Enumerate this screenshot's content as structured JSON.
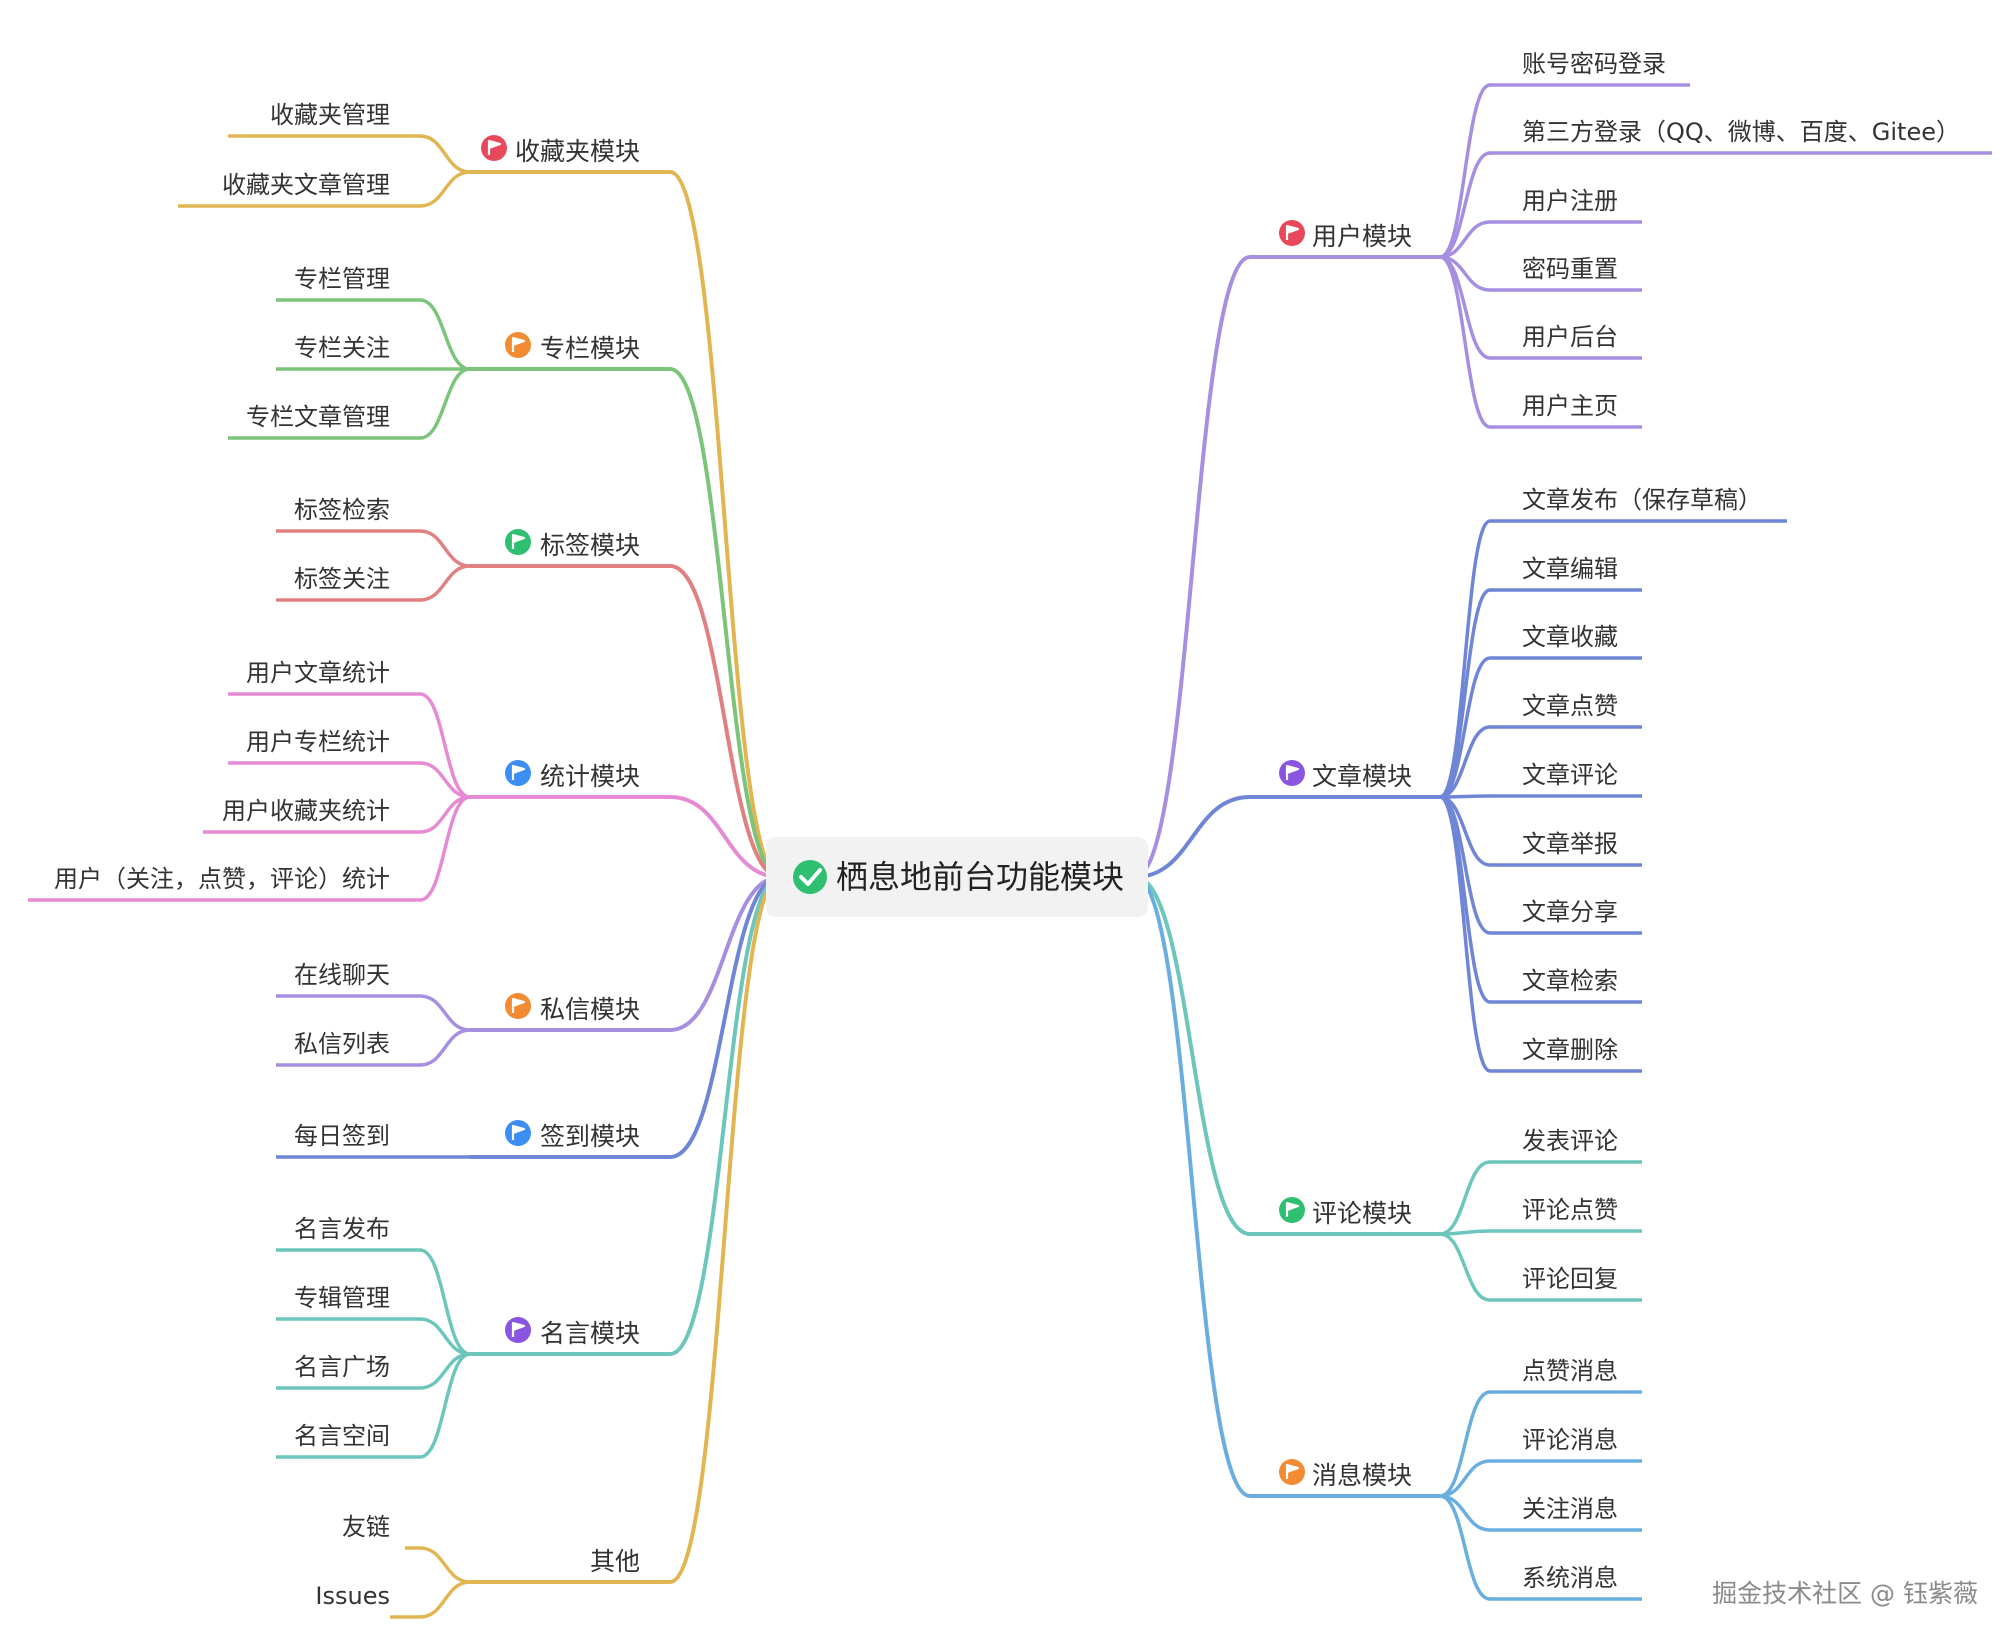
{
  "root": {
    "label": "栖息地前台功能模块",
    "icon": "check-circle-icon",
    "icon_color": "#2fbf71"
  },
  "watermark": "掘金技术社区 @ 钰紫薇",
  "left_branches": [
    {
      "id": "fav",
      "label": "收藏夹模块",
      "color": "#e0b552",
      "flag_color": "#e8495a",
      "icon": "flag-icon",
      "children": [
        "收藏夹管理",
        "收藏夹文章管理"
      ]
    },
    {
      "id": "col",
      "label": "专栏模块",
      "color": "#7cc47a",
      "flag_color": "#f28b31",
      "icon": "flag-icon",
      "children": [
        "专栏管理",
        "专栏关注",
        "专栏文章管理"
      ]
    },
    {
      "id": "tag",
      "label": "标签模块",
      "color": "#e08080",
      "flag_color": "#2fbf71",
      "icon": "flag-icon",
      "children": [
        "标签检索",
        "标签关注"
      ]
    },
    {
      "id": "stat",
      "label": "统计模块",
      "color": "#e58ad3",
      "flag_color": "#3d8ef2",
      "icon": "flag-icon",
      "children": [
        "用户文章统计",
        "用户专栏统计",
        "用户收藏夹统计",
        "用户（关注，点赞，评论）统计"
      ]
    },
    {
      "id": "msg",
      "label": "私信模块",
      "color": "#a68fe0",
      "flag_color": "#f28b31",
      "icon": "flag-icon",
      "children": [
        "在线聊天",
        "私信列表"
      ]
    },
    {
      "id": "sign",
      "label": "签到模块",
      "color": "#6f86d6",
      "flag_color": "#3d8ef2",
      "icon": "flag-icon",
      "children": [
        "每日签到"
      ]
    },
    {
      "id": "quote",
      "label": "名言模块",
      "color": "#6cc6bc",
      "flag_color": "#8a55e0",
      "icon": "flag-icon",
      "children": [
        "名言发布",
        "专辑管理",
        "名言广场",
        "名言空间"
      ]
    },
    {
      "id": "other",
      "label": "其他",
      "color": "#e0b552",
      "flag_color": "",
      "icon": "",
      "children": [
        "友链",
        "Issues"
      ]
    }
  ],
  "right_branches": [
    {
      "id": "user",
      "label": "用户模块",
      "color": "#a68fe0",
      "flag_color": "#e8495a",
      "icon": "flag-icon",
      "children": [
        "账号密码登录",
        "第三方登录（QQ、微博、百度、Gitee）",
        "用户注册",
        "密码重置",
        "用户后台",
        "用户主页"
      ]
    },
    {
      "id": "article",
      "label": "文章模块",
      "color": "#6f86d6",
      "flag_color": "#8a55e0",
      "icon": "flag-icon",
      "children": [
        "文章发布（保存草稿）",
        "文章编辑",
        "文章收藏",
        "文章点赞",
        "文章评论",
        "文章举报",
        "文章分享",
        "文章检索",
        "文章删除"
      ]
    },
    {
      "id": "comment",
      "label": "评论模块",
      "color": "#6cc6bc",
      "flag_color": "#2fbf71",
      "icon": "flag-icon",
      "children": [
        "发表评论",
        "评论点赞",
        "评论回复"
      ]
    },
    {
      "id": "notice",
      "label": "消息模块",
      "color": "#6aaee0",
      "flag_color": "#f28b31",
      "icon": "flag-icon",
      "children": [
        "点赞消息",
        "评论消息",
        "关注消息",
        "系统消息"
      ]
    }
  ]
}
